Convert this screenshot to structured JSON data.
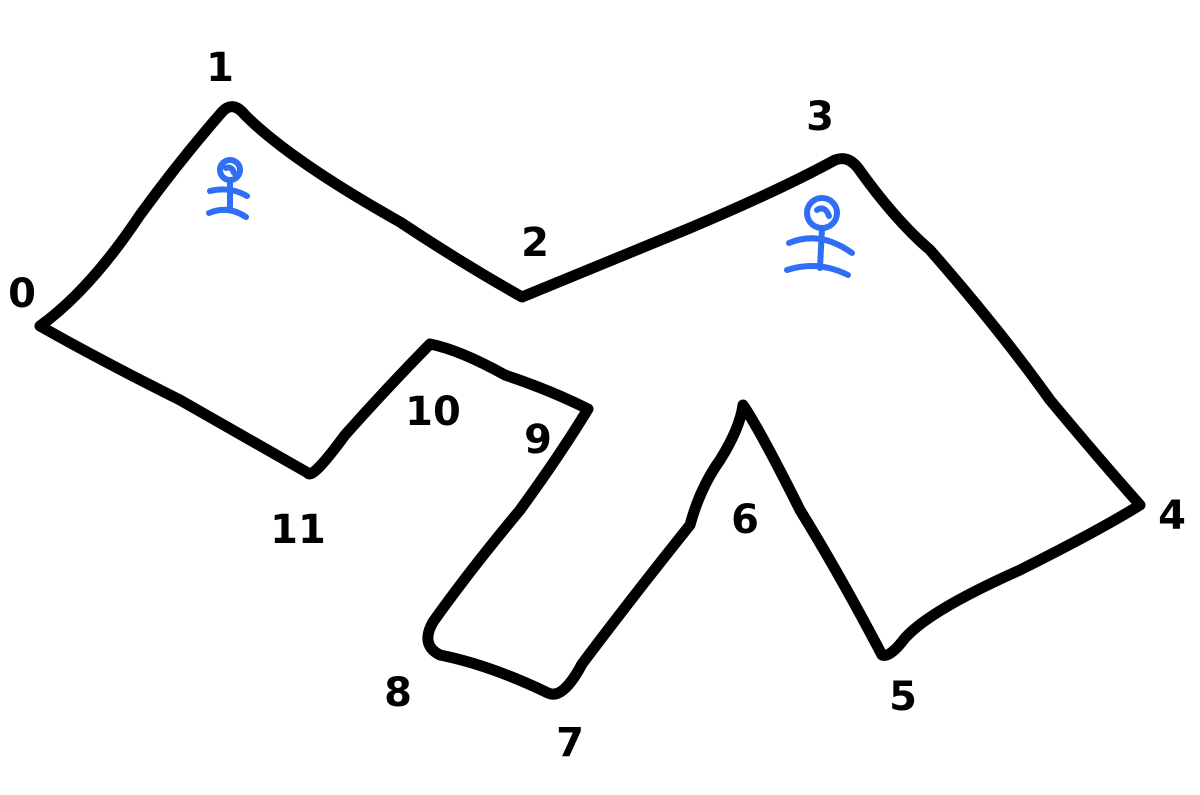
{
  "polygon": {
    "vertices": [
      {
        "label": "0"
      },
      {
        "label": "1"
      },
      {
        "label": "2"
      },
      {
        "label": "3"
      },
      {
        "label": "4"
      },
      {
        "label": "5"
      },
      {
        "label": "6"
      },
      {
        "label": "7"
      },
      {
        "label": "8"
      },
      {
        "label": "9"
      },
      {
        "label": "10"
      },
      {
        "label": "11"
      }
    ]
  },
  "guards": [
    {
      "icon": "stick-figure-icon"
    },
    {
      "icon": "stick-figure-icon"
    }
  ],
  "colors": {
    "outline": "#000000",
    "guard": "#2f6ff5",
    "background": "#ffffff"
  }
}
